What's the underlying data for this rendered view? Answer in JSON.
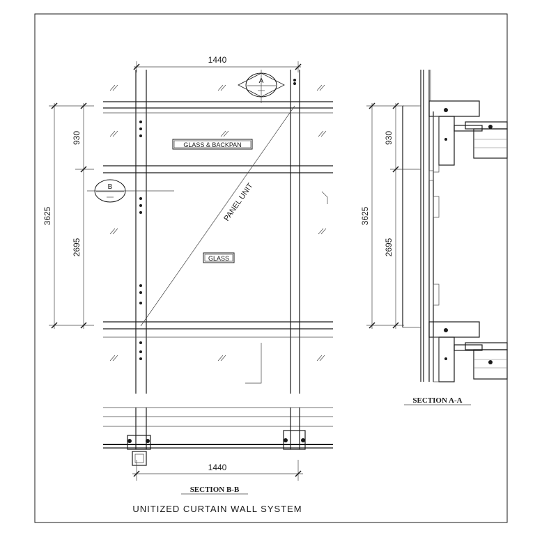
{
  "title": "UNITIZED CURTAIN WALL SYSTEM",
  "elevation": {
    "dim_width": "1440",
    "dim_total_height": "3625",
    "dim_upper": "930",
    "dim_lower": "2695",
    "label_glass_backpan": "GLASS & BACKPAN",
    "label_glass": "GLASS",
    "label_panel_unit": "PANEL UNIT",
    "callout_a": "A",
    "callout_b": "B"
  },
  "section_aa": {
    "title": "SECTION A-A",
    "dim_total_height": "3625",
    "dim_upper": "930",
    "dim_lower": "2695"
  },
  "section_bb": {
    "title": "SECTION B-B",
    "dim_width": "1440"
  }
}
